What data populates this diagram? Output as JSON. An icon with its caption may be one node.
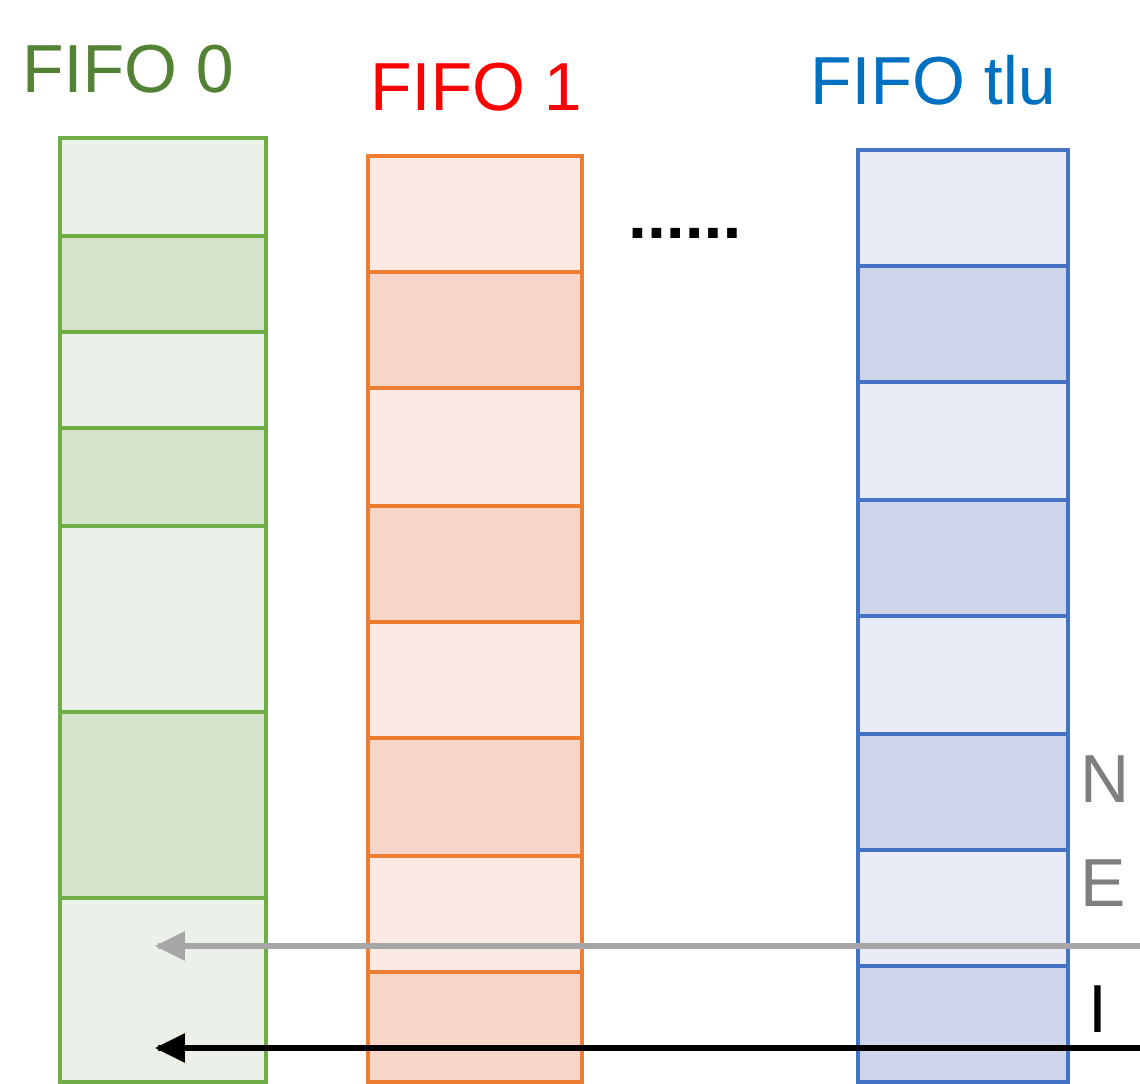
{
  "diagram": {
    "nodes": [
      {
        "text": [
          "FIFO 0"
        ]
      },
      {
        "text": [],
        "shape": "box",
        "in": 0
      },
      {
        "text": [],
        "shape": "box",
        "in": 0
      },
      {
        "text": [],
        "shape": "box",
        "in": 0
      },
      {
        "text": [],
        "shape": "box",
        "in": 0
      },
      {
        "text": [],
        "shape": "box",
        "in": 0
      },
      {
        "text": [],
        "shape": "box",
        "in": 0
      },
      {
        "text": [],
        "shape": "box",
        "in": 0
      },
      {
        "text": [
          "FIFO 1"
        ]
      },
      {
        "text": [],
        "shape": "box",
        "in": 8
      },
      {
        "text": [],
        "shape": "box",
        "in": 8
      },
      {
        "text": [],
        "shape": "box",
        "in": 8
      },
      {
        "text": [],
        "shape": "box",
        "in": 8
      },
      {
        "text": [],
        "shape": "box",
        "in": 8
      },
      {
        "text": [],
        "shape": "box",
        "in": 8
      },
      {
        "text": [],
        "shape": "box",
        "in": 8
      },
      {
        "text": [],
        "shape": "box",
        "in": 8
      },
      {
        "text": [
          "FIFO tlu"
        ]
      },
      {
        "text": [],
        "shape": "box",
        "in": 17
      },
      {
        "text": [],
        "shape": "box",
        "in": 17
      },
      {
        "text": [],
        "shape": "box",
        "in": 17
      },
      {
        "text": [],
        "shape": "box",
        "in": 17
      },
      {
        "text": [],
        "shape": "box",
        "in": 17
      },
      {
        "text": [],
        "shape": "box",
        "in": 17
      },
      {
        "text": [],
        "shape": "box",
        "in": 17
      },
      {
        "text": [],
        "shape": "box",
        "in": 17
      }
    ],
    "edges": [
      {
        "from": null,
        "to": 7,
        "arrow": "to",
        "color": "#a6a6a6"
      },
      {
        "from": null,
        "to": 7,
        "arrow": "to",
        "color": "#000000"
      }
    ],
    "labels": [
      "......",
      "N",
      "E",
      "I"
    ]
  }
}
